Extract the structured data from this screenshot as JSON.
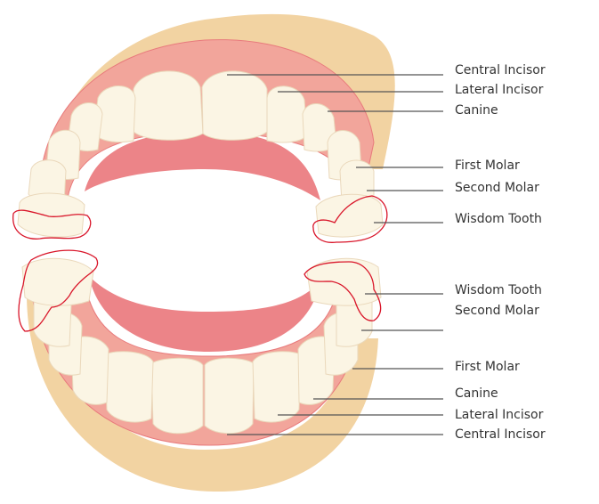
{
  "diagram": {
    "colors": {
      "outer_skin": "#f2d3a2",
      "gum": "#f2a59b",
      "gum_dark": "#e87a7c",
      "gum_light": "#f9c8c0",
      "tongue": "#ec8488",
      "tooth": "#fbf5e4",
      "tooth_shadow": "#ead8bb",
      "leader_line": "#555555",
      "marker_outline": "#d9162a"
    },
    "upper_labels": [
      {
        "id": "central-incisor",
        "text": "Central Incisor"
      },
      {
        "id": "lateral-incisor",
        "text": "Lateral Incisor"
      },
      {
        "id": "canine",
        "text": "Canine"
      },
      {
        "id": "first-molar",
        "text": "First Molar"
      },
      {
        "id": "second-molar",
        "text": "Second Molar"
      },
      {
        "id": "wisdom-tooth",
        "text": "Wisdom Tooth"
      }
    ],
    "lower_labels": [
      {
        "id": "wisdom-tooth",
        "text": "Wisdom Tooth"
      },
      {
        "id": "second-molar",
        "text": "Second Molar"
      },
      {
        "id": "first-molar",
        "text": "First Molar"
      },
      {
        "id": "canine",
        "text": "Canine"
      },
      {
        "id": "lateral-incisor",
        "text": "Lateral Incisor"
      },
      {
        "id": "central-incisor",
        "text": "Central Incisor"
      }
    ]
  }
}
